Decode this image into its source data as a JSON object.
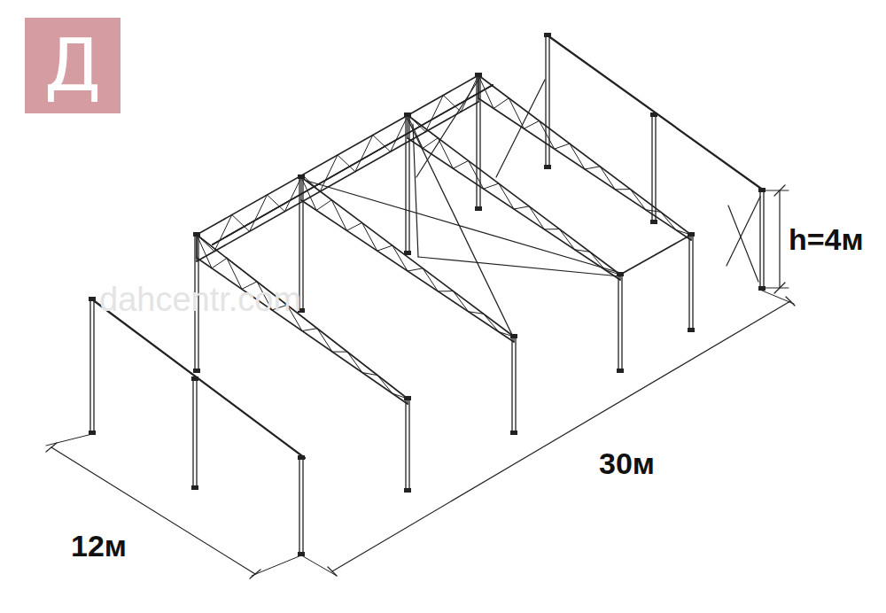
{
  "diagram": {
    "nodes": [
      {
        "text": [
          "Д"
        ]
      }
    ],
    "labels": [
      "12м",
      "30м",
      "h=4м",
      "dahcentr.com"
    ]
  }
}
